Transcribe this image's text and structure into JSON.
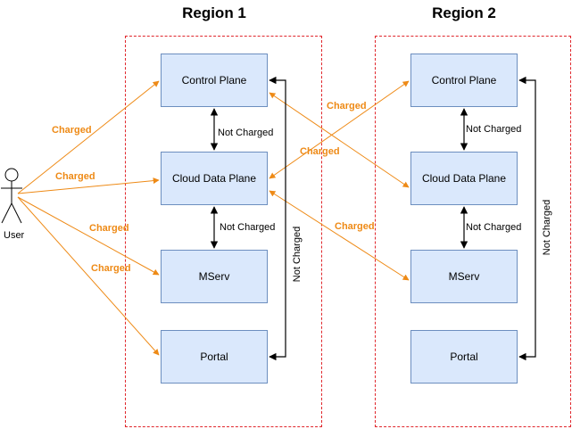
{
  "regions": [
    {
      "title": "Region 1"
    },
    {
      "title": "Region 2"
    }
  ],
  "nodes": {
    "r1_control_plane": "Control Plane",
    "r1_cloud_data_plane": "Cloud Data Plane",
    "r1_mserv": "MServ",
    "r1_portal": "Portal",
    "r2_control_plane": "Control Plane",
    "r2_cloud_data_plane": "Cloud Data Plane",
    "r2_mserv": "MServ",
    "r2_portal": "Portal"
  },
  "actor": {
    "label": "User"
  },
  "labels": {
    "charged": "Charged",
    "not_charged": "Not Charged"
  },
  "colors": {
    "charged_edge": "#ee8a16",
    "region_border": "#e0262b",
    "node_fill": "#dae8fc",
    "node_stroke": "#6c8ebf"
  }
}
